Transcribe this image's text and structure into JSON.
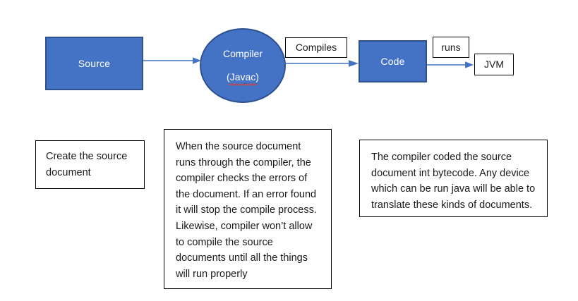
{
  "diagram": {
    "title": "Java compilation flow diagram",
    "colors": {
      "shape_fill": "#4472C4",
      "shape_border": "#2F528F",
      "connector": "#4472C4",
      "box_border": "#000000",
      "shape_text": "#FFFFFF",
      "body_text": "#1A1A1A",
      "spellcheck_underline": "#E8392E"
    },
    "nodes": {
      "source": {
        "label": "Source"
      },
      "compiler": {
        "label_line1": "Compiler",
        "label_line2": "(Javac)"
      },
      "code": {
        "label": "Code"
      },
      "jvm": {
        "label": "JVM"
      }
    },
    "edge_labels": {
      "compiles": "Compiles",
      "runs": "runs"
    },
    "notes": {
      "create_source": "Create the source document",
      "compiler_note": "When the source document runs through the compiler, the compiler checks the errors of the document. If an error found it will stop the compile process. Likewise, compiler won’t allow to compile the source documents until all the things will run properly",
      "bytecode_note": "The compiler coded the source document int bytecode. Any device which can be run java will be able to translate these kinds of documents."
    }
  }
}
